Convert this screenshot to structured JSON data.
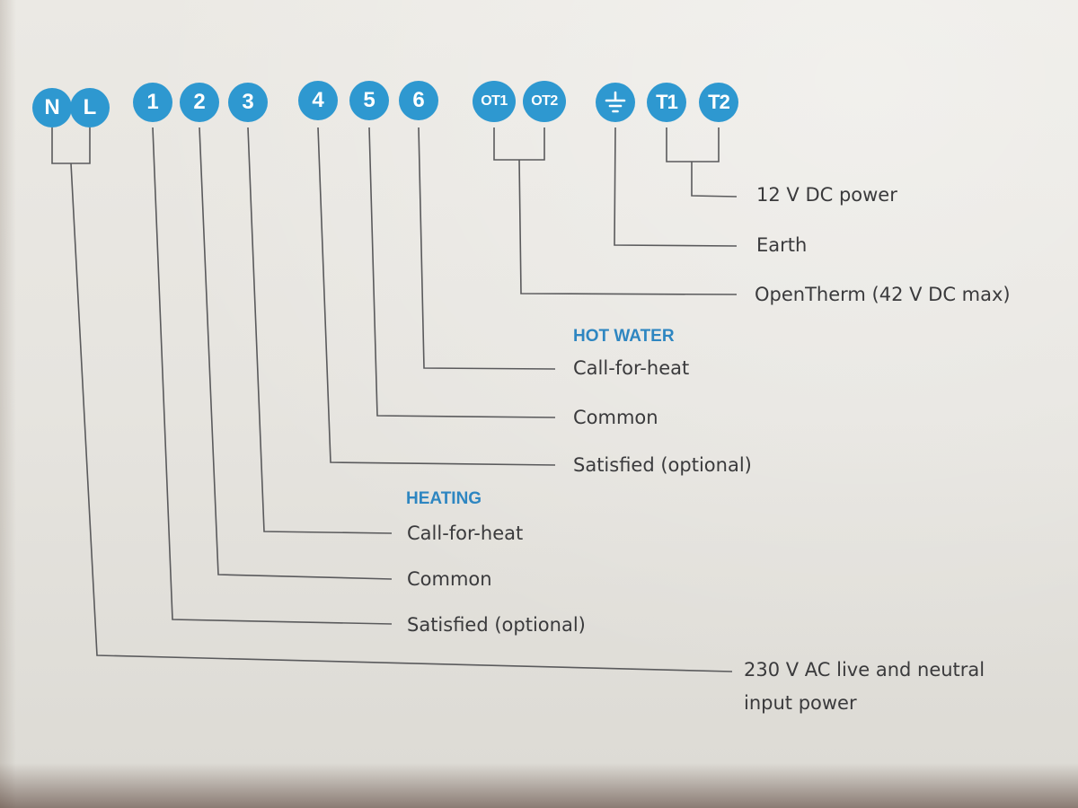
{
  "terminals": {
    "n": "N",
    "l": "L",
    "t1": "1",
    "t2": "2",
    "t3": "3",
    "t4": "4",
    "t5": "5",
    "t6": "6",
    "ot1": "OT1",
    "ot2": "OT2",
    "earth_icon": "earth-ground-icon",
    "tt1": "T1",
    "tt2": "T2"
  },
  "sections": {
    "hot_water": "HOT WATER",
    "heating": "HEATING"
  },
  "labels": {
    "dc_power": "12 V DC power",
    "earth": "Earth",
    "opentherm": "OpenTherm (42 V DC max)",
    "hw_call_for_heat": "Call-for-heat",
    "hw_common": "Common",
    "hw_satisfied": "Satisfied (optional)",
    "h_call_for_heat": "Call-for-heat",
    "h_common": "Common",
    "h_satisfied": "Satisfied (optional)",
    "mains_line1": "230 V AC live and neutral",
    "mains_line2": "input power"
  },
  "colors": {
    "terminal_fill": "#2e98d0",
    "section_text": "#2e86c1",
    "label_text": "#3a3a3c",
    "wire": "#5a5a5c"
  }
}
